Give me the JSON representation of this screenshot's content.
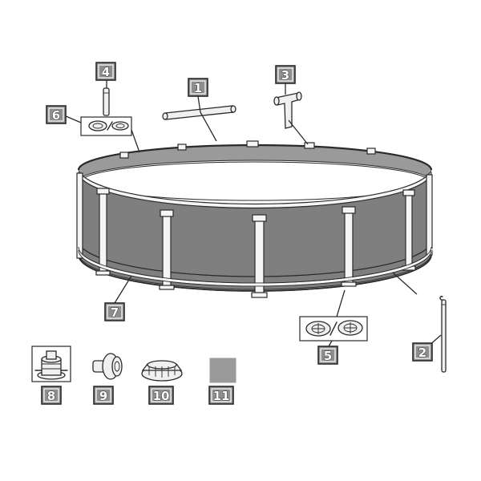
{
  "callouts": [
    {
      "id": "1",
      "label": "1",
      "part": "top-rail-icon"
    },
    {
      "id": "2",
      "label": "2",
      "part": "leg-pin-icon"
    },
    {
      "id": "3",
      "label": "3",
      "part": "t-joint-icon"
    },
    {
      "id": "4",
      "label": "4",
      "part": "vertical-leg-icon"
    },
    {
      "id": "5",
      "label": "5",
      "part": "leg-cap-icon"
    },
    {
      "id": "6",
      "label": "6",
      "part": "joint-belt-icon"
    },
    {
      "id": "7",
      "label": "7",
      "part": "pool-liner"
    },
    {
      "id": "8",
      "label": "8",
      "part": "filter-pump-icon"
    },
    {
      "id": "9",
      "label": "9",
      "part": "plunger-valve-icon"
    },
    {
      "id": "10",
      "label": "10",
      "part": "strainer-icon"
    },
    {
      "id": "11",
      "label": "11",
      "part": "repair-patch-icon"
    }
  ],
  "colors": {
    "wall": "#7f7f7f",
    "callout_fill": "#8e8e8e",
    "outline": "#2a2a2a",
    "frame": "#f5f5f5"
  }
}
